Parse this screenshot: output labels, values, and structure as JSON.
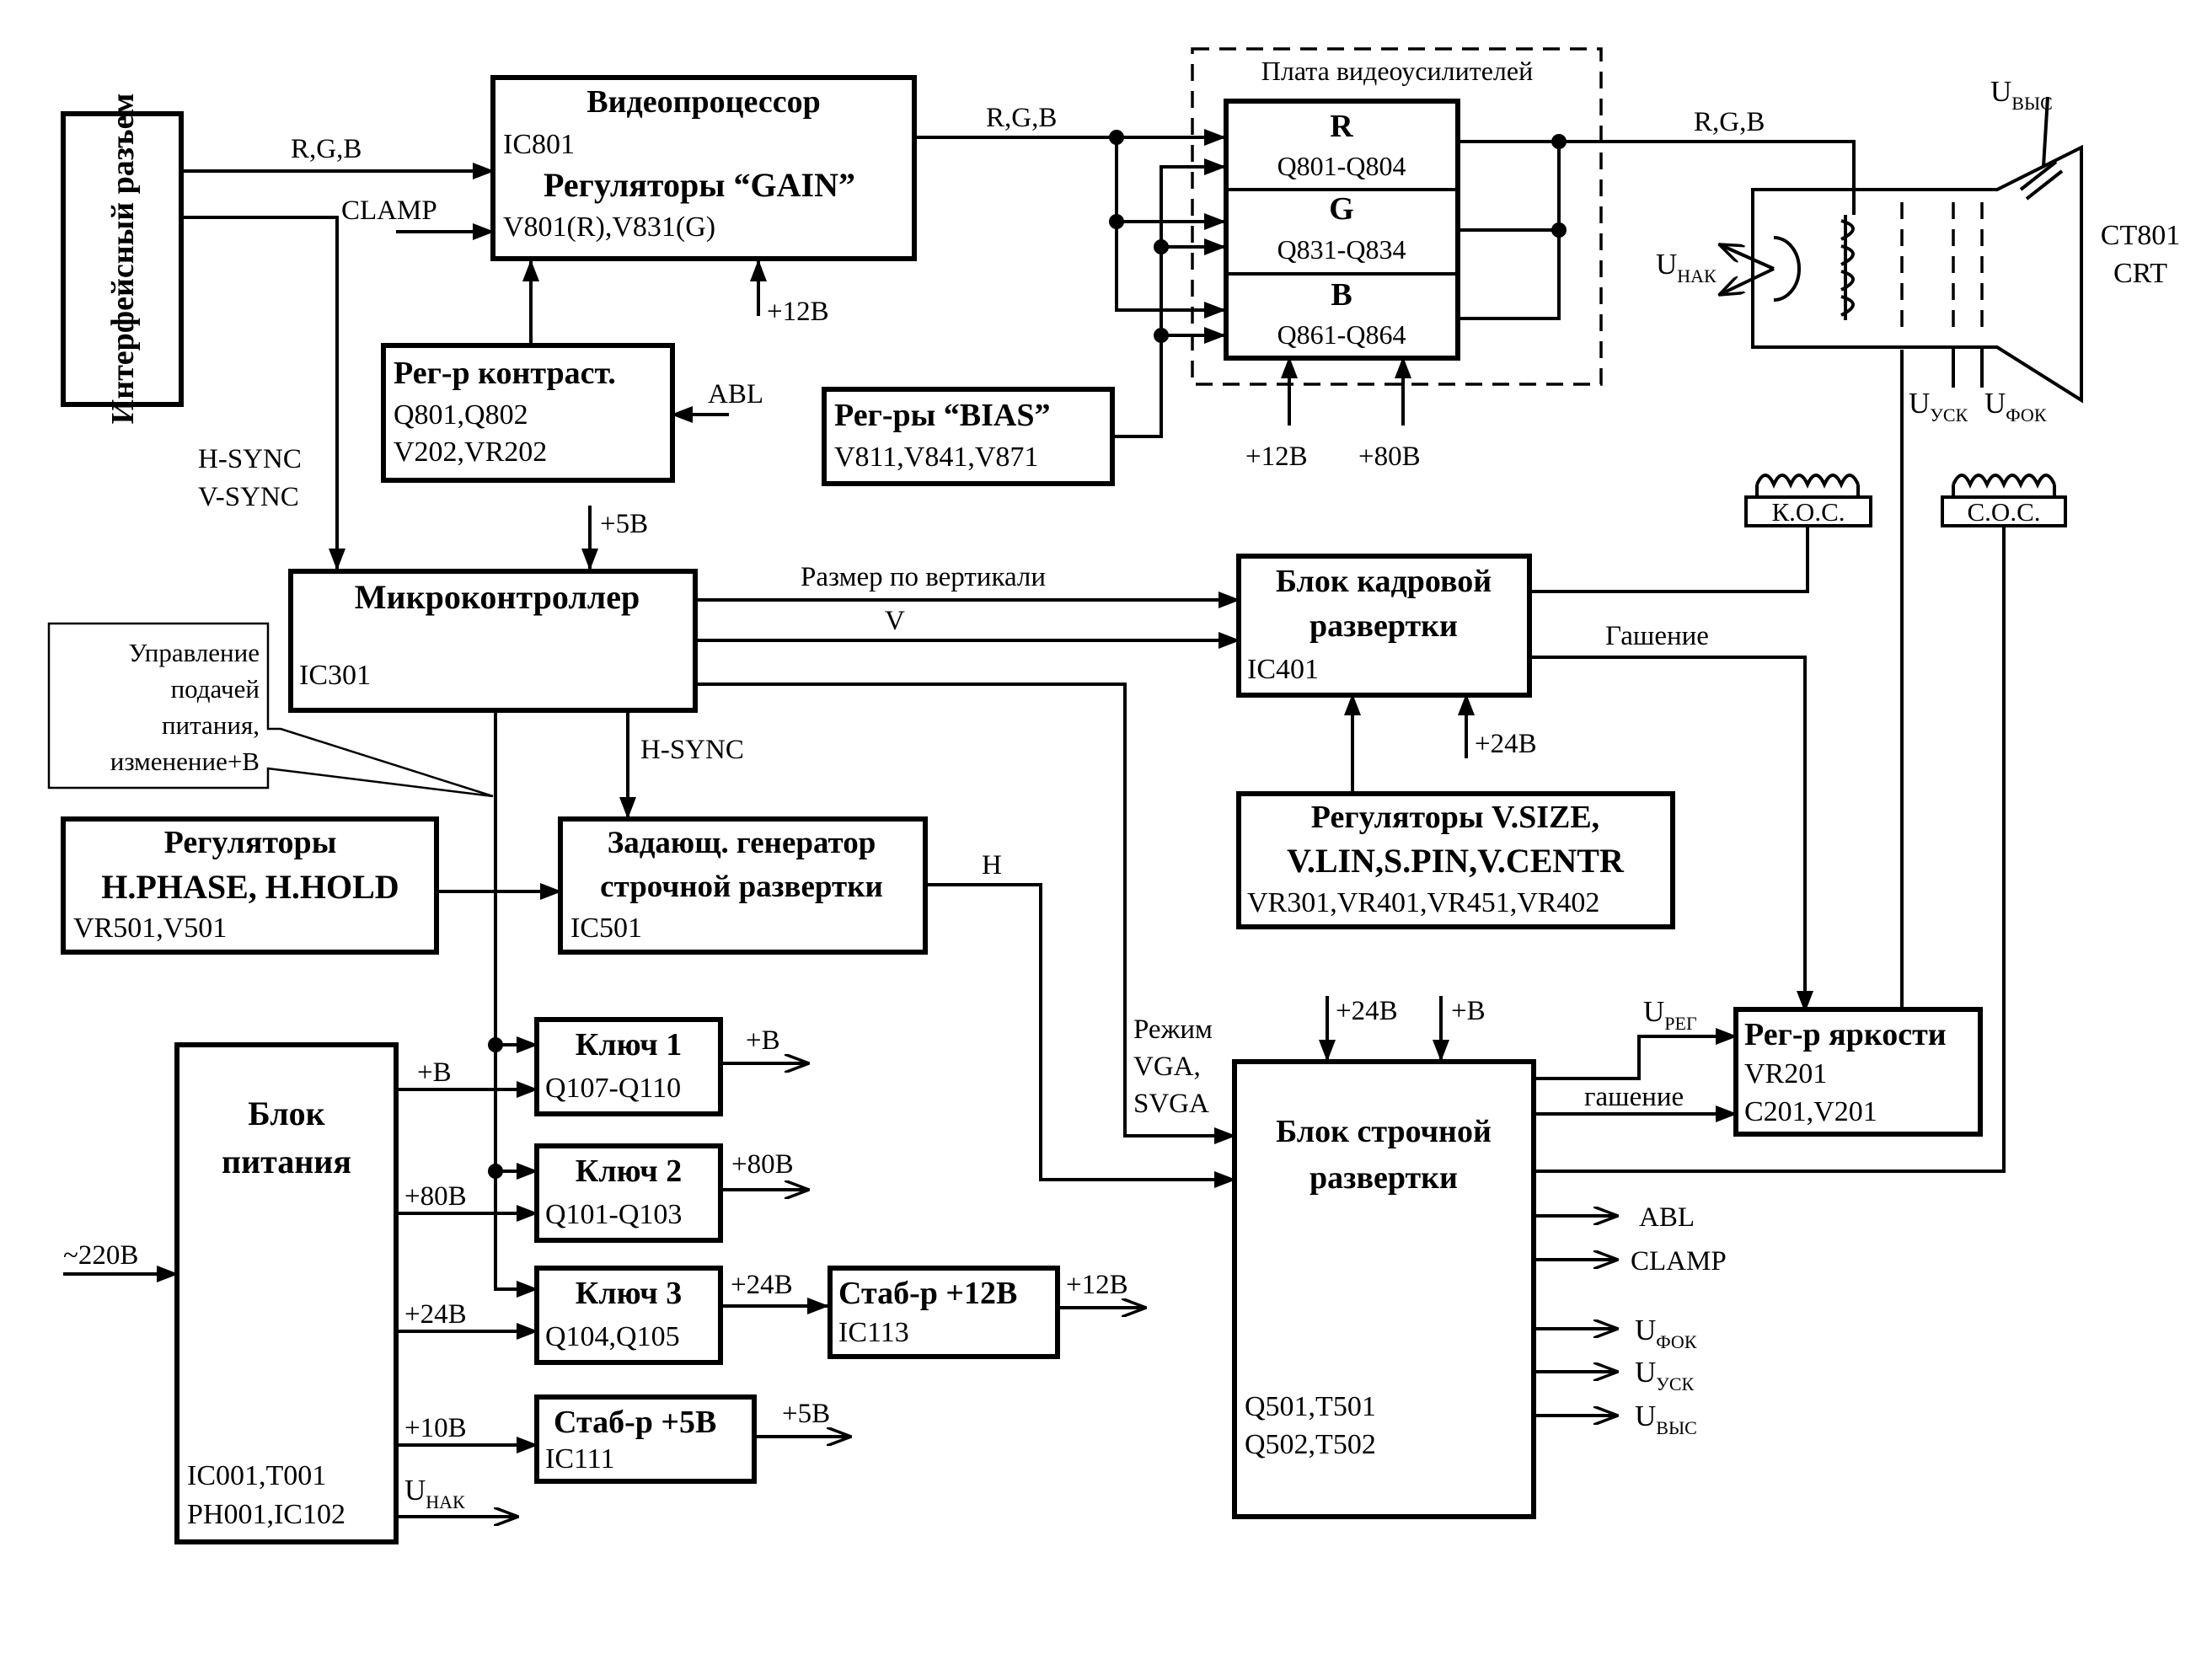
{
  "blocks": {
    "interface": {
      "label": "Интерфейсный разъем"
    },
    "videoproc": {
      "title": "Видеопроцессор",
      "ic": "IC801",
      "sub": "Регуляторы “GAIN”",
      "parts": "V801(R),V831(G)"
    },
    "contrast": {
      "title": "Рег-р контраст.",
      "parts1": "Q801,Q802",
      "parts2": "V202,VR202"
    },
    "bias": {
      "title": "Рег-ры “BIAS”",
      "parts": "V811,V841,V871"
    },
    "amp_board": {
      "title": "Плата видеоусилителей"
    },
    "amp_r": {
      "letter": "R",
      "parts": "Q801-Q804"
    },
    "amp_g": {
      "letter": "G",
      "parts": "Q831-Q834"
    },
    "amp_b": {
      "letter": "B",
      "parts": "Q861-Q864"
    },
    "crt": {
      "name1": "CT801",
      "name2": "CRT"
    },
    "mcu": {
      "title": "Микроконтроллер",
      "ic": "IC301"
    },
    "callout": {
      "l1": "Управление",
      "l2": "подачей",
      "l3": "питания,",
      "l4": "изменение+B"
    },
    "hctrl": {
      "title": "Регуляторы",
      "sub": "H.PHASE, H.HOLD",
      "parts": "VR501,V501"
    },
    "hosc": {
      "title1": "Задающ. генератор",
      "title2": "строчной развертки",
      "ic": "IC501"
    },
    "vscan": {
      "title1": "Блок кадровой",
      "title2": "развертки",
      "ic": "IC401"
    },
    "vctrl": {
      "title1": "Регуляторы V.SIZE,",
      "title2": "V.LIN,S.PIN,V.CENTR",
      "parts": "VR301,VR401,VR451,VR402"
    },
    "kos": {
      "label": "К.О.С."
    },
    "cos": {
      "label": "С.О.С."
    },
    "psu": {
      "title1": "Блок",
      "title2": "питания",
      "parts1": "IC001,T001",
      "parts2": "PH001,IC102"
    },
    "key1": {
      "title": "Ключ 1",
      "parts": "Q107-Q110"
    },
    "key2": {
      "title": "Ключ 2",
      "parts": "Q101-Q103"
    },
    "key3": {
      "title": "Ключ 3",
      "parts": "Q104,Q105"
    },
    "stab12": {
      "title": "Стаб-р +12В",
      "ic": "IC113"
    },
    "stab5": {
      "title": "Стаб-р +5В",
      "ic": "IC111"
    },
    "hscan": {
      "title1": "Блок строчной",
      "title2": "развертки",
      "parts1": "Q501,T501",
      "parts2": "Q502,T502"
    },
    "bright": {
      "title": "Рег-р яркости",
      "parts1": "VR201",
      "parts2": "C201,V201"
    }
  },
  "signals": {
    "rgb_in": "R,G,B",
    "clamp_in": "CLAMP",
    "rgb_mid": "R,G,B",
    "rgb_out": "R,G,B",
    "p12_vp": "+12В",
    "abl_in": "ABL",
    "hsync_in": "H-SYNC",
    "vsync_in": "V-SYNC",
    "p5_mcu": "+5В",
    "amp_p12": "+12В",
    "amp_p80": "+80В",
    "u_vys_main": "U",
    "u_vys_sub": "ВЫС",
    "u_nak_main": "U",
    "u_nak_sub": "НАК",
    "u_usk_main": "U",
    "u_usk_sub": "УСК",
    "u_fok_main": "U",
    "u_fok_sub": "ФОК",
    "vsize": "Размер по вертикали",
    "v": "V",
    "hsync_mid": "H-SYNC",
    "gashenie": "Гашение",
    "p24_v": "+24В",
    "h": "H",
    "mode1": "Режим",
    "mode2": "VGA,",
    "mode3": "SVGA",
    "p24_h": "+24В",
    "pb_h": "+В",
    "u_reg_main": "U",
    "u_reg_sub": "РЕГ",
    "gashenie2": "гашение",
    "abl_out": "ABL",
    "clamp_out": "CLAMP",
    "out_fok_main": "U",
    "out_fok_sub": "ФОК",
    "out_usk_main": "U",
    "out_usk_sub": "УСК",
    "out_vys_main": "U",
    "out_vys_sub": "ВЫС",
    "psu_pb": "+В",
    "psu_p80": "+80В",
    "psu_p24": "+24В",
    "psu_p10": "+10В",
    "psu_unak_main": "U",
    "psu_unak_sub": "НАК",
    "mains": "~220В",
    "k1_out": "+В",
    "k2_out": "+80В",
    "k3_out": "+24В",
    "s12_out": "+12В",
    "s5_out": "+5В"
  }
}
